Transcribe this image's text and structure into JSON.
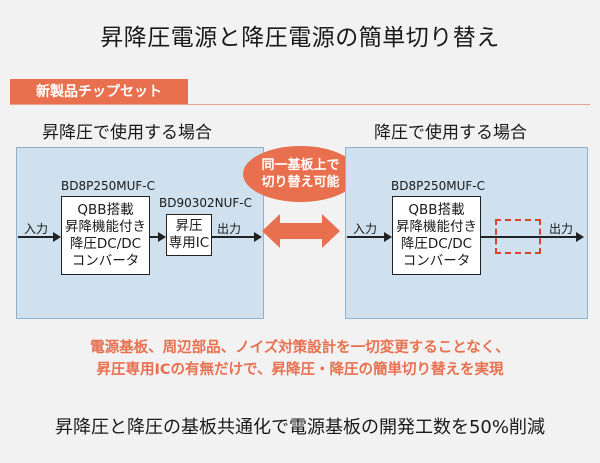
{
  "title": "昇降圧電源と降圧電源の簡単切り替え",
  "badge": "新製品チップセット",
  "left": {
    "caption": "昇降圧で使用する場合",
    "chip_label": "BD8P250MUF-C",
    "chip_lines": [
      "QBB搭載",
      "昇降機能付き",
      "降圧DC/DC",
      "コンバータ"
    ],
    "ic_label": "BD90302NUF-C",
    "ic_lines": [
      "昇圧",
      "専用IC"
    ],
    "input": "入力",
    "output": "出力"
  },
  "bubble": [
    "同一基板上で",
    "切り替え可能"
  ],
  "right": {
    "caption": "降圧で使用する場合",
    "chip_label": "BD8P250MUF-C",
    "chip_lines": [
      "QBB搭載",
      "昇降機能付き",
      "降圧DC/DC",
      "コンバータ"
    ],
    "input": "入力",
    "output": "出力"
  },
  "note": [
    "電源基板、周辺部品、ノイズ対策設計を一切変更することなく、",
    "昇圧専用ICの有無だけで、昇降圧・降圧の簡単切り替えを実現"
  ],
  "bottom": "昇降圧と降圧の基板共通化で電源基板の開発工数を50%削減",
  "colors": {
    "accent": "#e8704f",
    "panel": "#cfe1ee"
  }
}
